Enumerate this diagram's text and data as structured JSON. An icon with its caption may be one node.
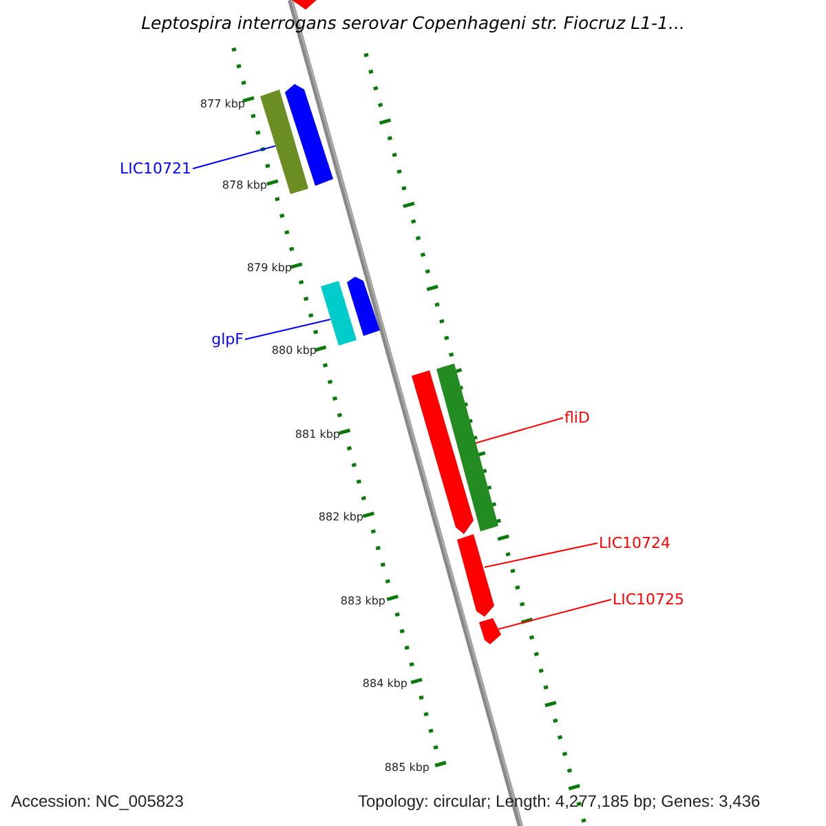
{
  "diagram": {
    "title": "Leptospira interrogans serovar Copenhageni str. Fiocruz L1-1...",
    "nodes": [
      {
        "text": [
          "LIC10721"
        ]
      },
      {
        "text": [],
        "shape": "bar"
      },
      {
        "text": [],
        "shape": "bar"
      },
      {
        "text": [
          "glpF"
        ]
      },
      {
        "text": [],
        "shape": "bar"
      },
      {
        "text": [],
        "shape": "bar"
      },
      {
        "text": [],
        "shape": "bar"
      },
      {
        "text": [
          "fliD"
        ]
      },
      {
        "text": [],
        "shape": "bar"
      },
      {
        "text": [
          "LIC10724"
        ]
      },
      {
        "text": [],
        "shape": "bar"
      },
      {
        "text": [
          "LIC10725"
        ]
      },
      {
        "text": [],
        "shape": "bar"
      }
    ],
    "edges": [
      {
        "from": 0,
        "to": 1,
        "arrow": "none",
        "color": "#0000ff"
      },
      {
        "from": 3,
        "to": 4,
        "arrow": "none",
        "color": "#0000ff"
      },
      {
        "from": 7,
        "to": 8,
        "arrow": "none"
      },
      {
        "from": 9,
        "to": 10,
        "arrow": "none"
      },
      {
        "from": 11,
        "to": 12,
        "arrow": "none"
      }
    ],
    "labels": [
      "877 kbp",
      "878 kbp",
      "879 kbp",
      "880 kbp",
      "881 kbp",
      "882 kbp",
      "883 kbp",
      "884 kbp",
      "885 kbp",
      "Accession: NC_005823",
      "Topology: circular; Length: 4,277,185 bp; Genes: 3,436"
    ]
  }
}
